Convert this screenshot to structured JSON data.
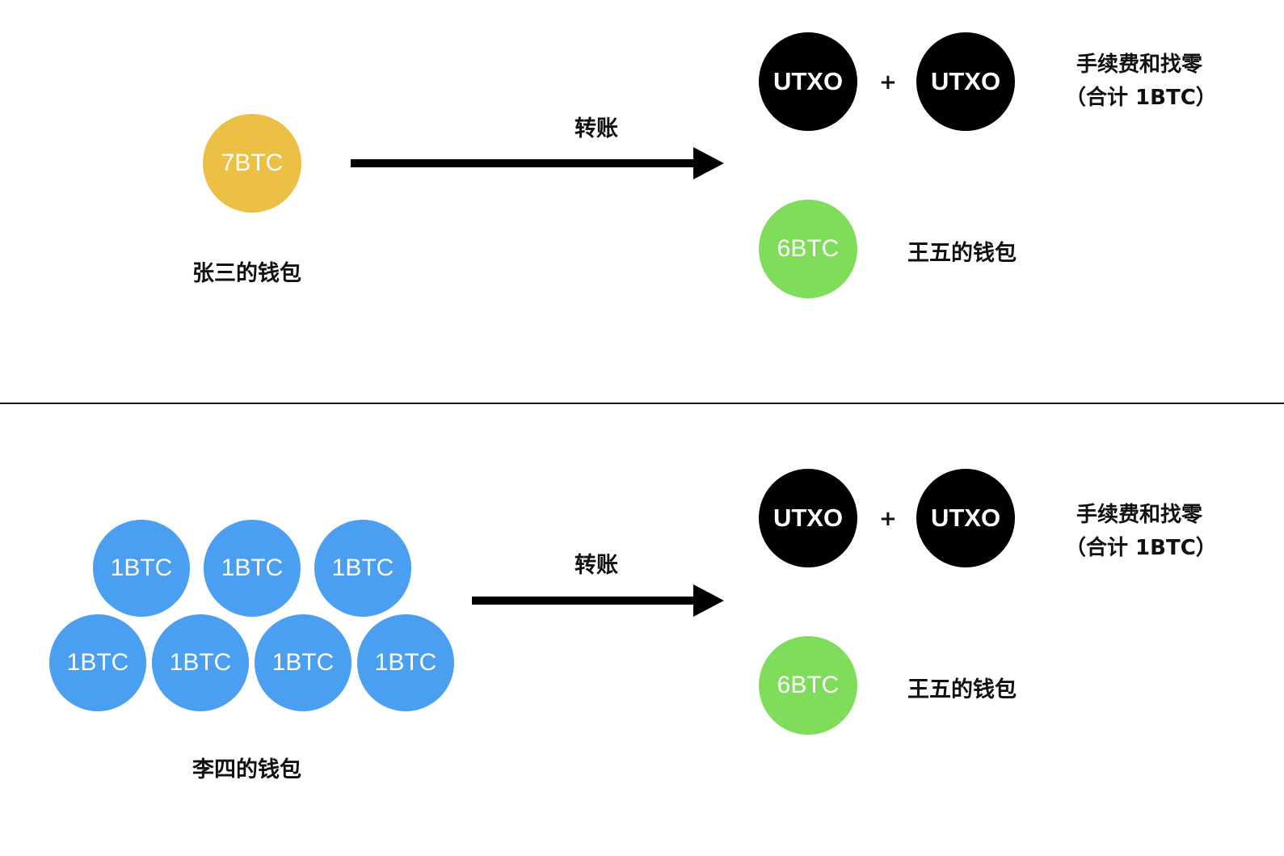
{
  "top": {
    "source_wallet": {
      "label": "张三的钱包",
      "coins": [
        "7BTC"
      ]
    },
    "transfer_label": "转账",
    "utxo_coins": [
      "UTXO",
      "UTXO"
    ],
    "plus": "+",
    "fee_line1": "手续费和找零",
    "fee_line2": "（合计 1BTC）",
    "dest_coin": "6BTC",
    "dest_label": "王五的钱包"
  },
  "bottom": {
    "source_wallet": {
      "label": "李四的钱包",
      "coins": [
        "1BTC",
        "1BTC",
        "1BTC",
        "1BTC",
        "1BTC",
        "1BTC",
        "1BTC"
      ]
    },
    "transfer_label": "转账",
    "utxo_coins": [
      "UTXO",
      "UTXO"
    ],
    "plus": "+",
    "fee_line1": "手续费和找零",
    "fee_line2": "（合计 1BTC）",
    "dest_coin": "6BTC",
    "dest_label": "王五的钱包"
  },
  "colors": {
    "gold_coin": "#ecbf45",
    "blue_coin": "#4a9ff0",
    "green_coin": "#80dc5b",
    "utxo_coin": "#000000"
  }
}
